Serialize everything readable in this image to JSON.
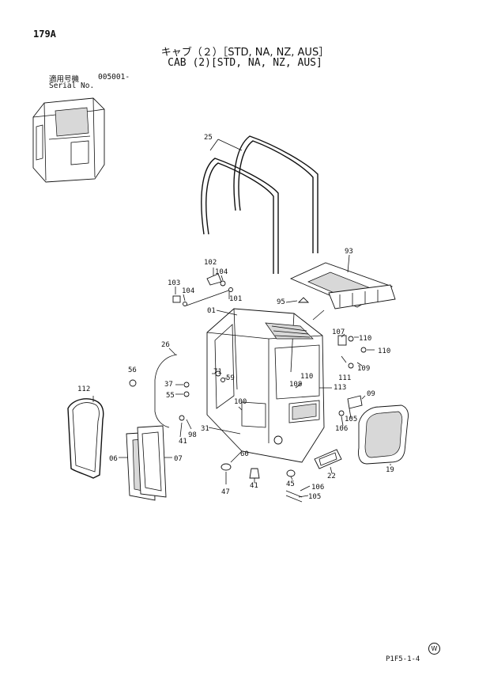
{
  "header": {
    "page_number": "179A",
    "title_jp": "キャブ（２）［STD, NA, NZ, AUS］",
    "title_en": "CAB (2)[STD, NA, NZ, AUS]",
    "serial_label_jp": "適用号機",
    "serial_label_en": "Serial No.",
    "serial_value": "005001-"
  },
  "part_labels": {
    "p25": "25",
    "p93": "93",
    "p102": "102",
    "p104a": "104",
    "p103": "103",
    "p104b": "104",
    "p101": "101",
    "p95": "95",
    "p01": "01",
    "p26": "26",
    "p56": "56",
    "p107": "107",
    "p110a": "110",
    "p110b": "110",
    "p109": "109",
    "p71": "71",
    "p59": "59",
    "p37": "37",
    "p55": "55",
    "p110c": "110",
    "p108": "108",
    "p113": "113",
    "p111": "111",
    "p112": "112",
    "p100": "100",
    "p09": "09",
    "p105a": "105",
    "p106a": "106",
    "p98": "98",
    "p41a": "41",
    "p31": "31",
    "p06": "06",
    "p07": "07",
    "p60": "60",
    "p19": "19",
    "p22": "22",
    "p47": "47",
    "p41b": "41",
    "p45": "45",
    "p106b": "106",
    "p105b": "105"
  },
  "footer": {
    "doc_ref": "P1F5-1-4",
    "mark": "W"
  }
}
